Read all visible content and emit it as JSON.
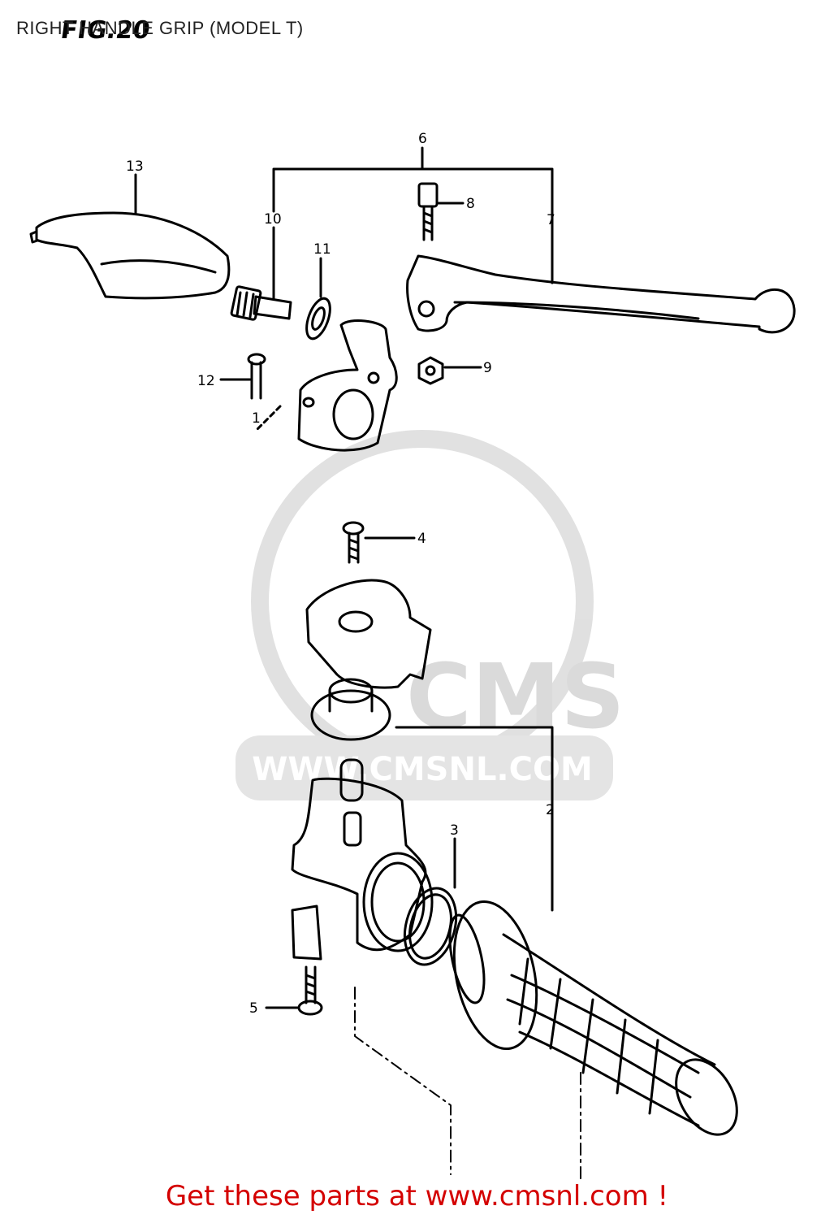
{
  "header": {
    "fig_label": "FIG.20",
    "title": "RIGHT HANDLE GRIP (MODEL T)"
  },
  "watermark": {
    "brand": "CMS",
    "url": "WWW.CMSNL.COM"
  },
  "callouts": [
    "1",
    "2",
    "3",
    "4",
    "5",
    "6",
    "7",
    "8",
    "9",
    "10",
    "11",
    "12",
    "13"
  ],
  "footer": {
    "text": "Get these parts at www.cmsnl.com !",
    "color": "#d40000"
  }
}
